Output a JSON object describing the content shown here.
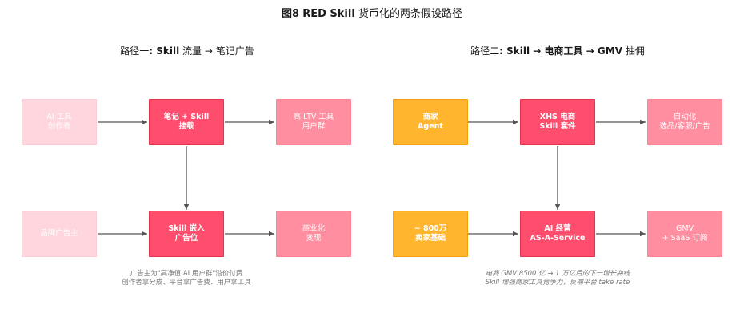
{
  "title": {
    "prefix": "图8",
    "bold": "RED Skill",
    "suffix": "货币化的两条假设路径"
  },
  "left_path": {
    "title_prefix": "路径一",
    "title_bold": ": Skill",
    "title_rest": "流量 → 笔记广告",
    "boxes": {
      "ai_creator": "AI 工具\n创作者",
      "note_skill": "笔记 + Skill\n挂载",
      "high_ltv": "高 LTV 工具\n用户群",
      "brand_advertiser": "品牌广告主",
      "skill_ad": "Skill 嵌入\n广告位",
      "commercial": "商业化\n变现"
    },
    "note": [
      "广告主为\"高净值 AI 用户群\"溢价付费",
      "创作者拿分成、平台拿广告费、用户拿工具"
    ]
  },
  "right_path": {
    "title_prefix": "路径二",
    "title_bold": ": Skill → 电商工具 → GMV",
    "title_rest": "抽佣",
    "boxes": {
      "merchant_agent": "商家\nAgent",
      "xhs_skill": "XHS 电商\nSkill 套件",
      "automation": "自动化\n选品/客服/广告",
      "sellers": "~ 800万\n卖家基础",
      "ai_ops": "AI 经营\nAS-A-Service",
      "gmv_saas": "GMV\n+ SaaS 订阅"
    },
    "note": [
      "电商 GMV 8500 亿 → 1 万亿后的下一增长曲线",
      "Skill 增强商家工具竞争力，反哺平台 take rate"
    ]
  },
  "colors": {
    "faint": "#ffd6dd",
    "strong": "#ff4d6d",
    "mid": "#ff8fa0",
    "amber": "#ffb52e",
    "arrow": "#555555"
  }
}
